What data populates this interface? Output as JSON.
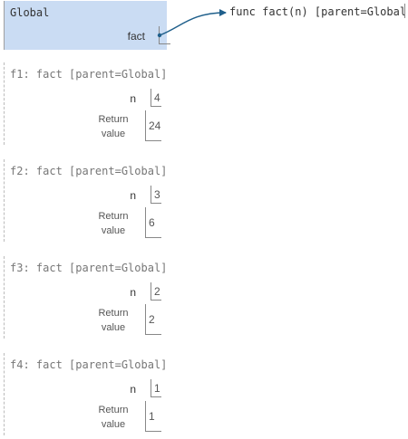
{
  "global_frame": {
    "title": "Global",
    "variable_name": "fact"
  },
  "function_object": {
    "label": "func fact(n) [parent=Global]"
  },
  "frames": [
    {
      "title": "f1: fact [parent=Global]",
      "n_label": "n",
      "n_value": "4",
      "return_label_line1": "Return",
      "return_label_line2": "value",
      "return_value": "24"
    },
    {
      "title": "f2: fact [parent=Global]",
      "n_label": "n",
      "n_value": "3",
      "return_label_line1": "Return",
      "return_label_line2": "value",
      "return_value": "6"
    },
    {
      "title": "f3: fact [parent=Global]",
      "n_label": "n",
      "n_value": "2",
      "return_label_line1": "Return",
      "return_label_line2": "value",
      "return_value": "2"
    },
    {
      "title": "f4: fact [parent=Global]",
      "n_label": "n",
      "n_value": "1",
      "return_label_line1": "Return",
      "return_label_line2": "value",
      "return_value": "1"
    }
  ],
  "colors": {
    "global_frame_bg": "#cadcf3",
    "pointer_arrow": "#1f5f8b"
  }
}
